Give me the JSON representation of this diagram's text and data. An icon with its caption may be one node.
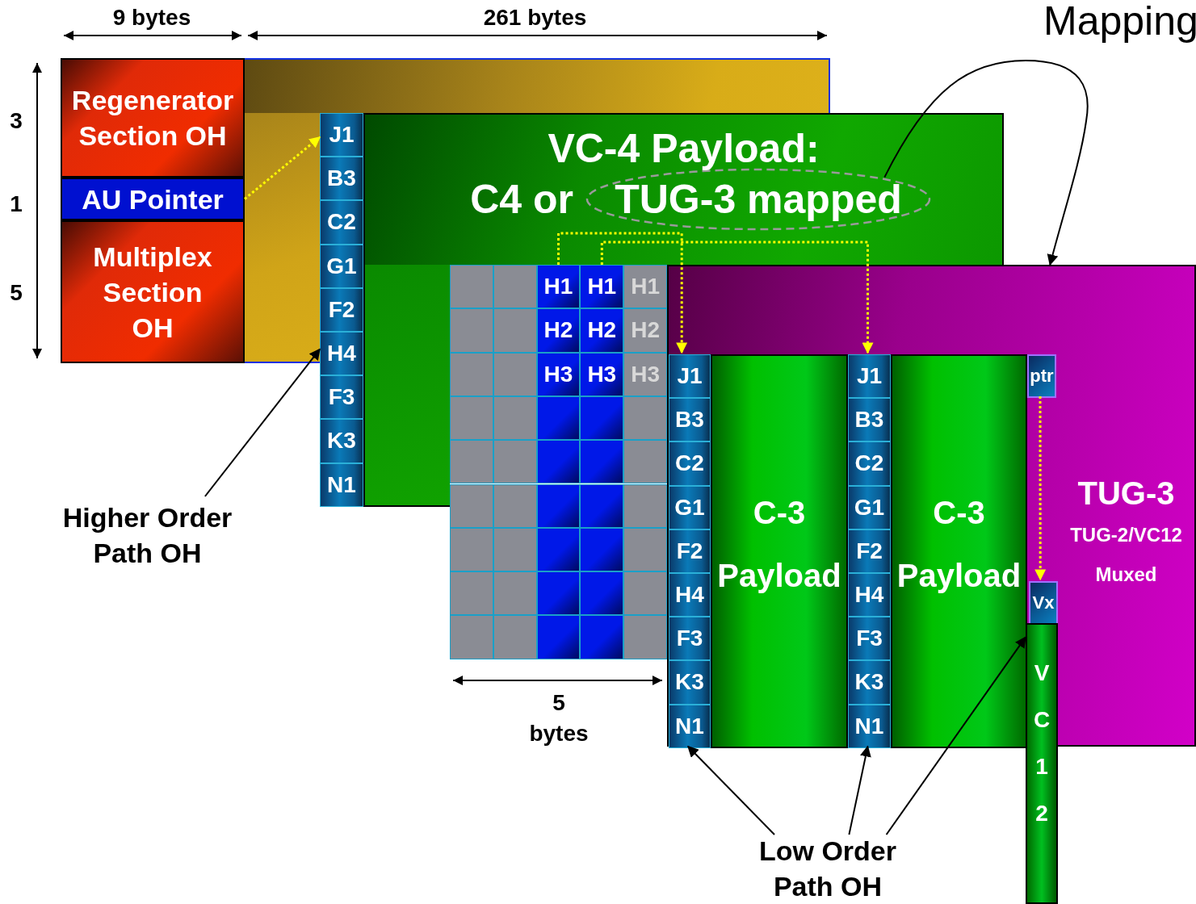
{
  "diagram": {
    "title": "Mapping",
    "nodes": [
      {
        "text": [
          "Regenerator Section OH"
        ]
      },
      {
        "text": [
          "AU Pointer"
        ]
      },
      {
        "text": [
          "Multiplex Section OH"
        ]
      },
      {
        "text": [],
        "shape": "box"
      },
      {
        "text": [
          "J1"
        ]
      },
      {
        "text": [
          "B3"
        ]
      },
      {
        "text": [
          "C2"
        ]
      },
      {
        "text": [
          "G1"
        ]
      },
      {
        "text": [
          "F2"
        ]
      },
      {
        "text": [
          "H4"
        ]
      },
      {
        "text": [
          "F3"
        ]
      },
      {
        "text": [
          "K3"
        ]
      },
      {
        "text": [
          "N1"
        ]
      },
      {
        "text": [
          "VC-4 Payload:",
          "C4 or"
        ]
      },
      {
        "text": [
          "TUG-3 mapped"
        ],
        "in": 13
      },
      {
        "text": [
          "Higher Order Path OH"
        ]
      },
      {
        "text": [],
        "shape": "box"
      },
      {
        "text": [],
        "shape": "box"
      },
      {
        "text": [
          "H1"
        ]
      },
      {
        "text": [
          "H1"
        ]
      },
      {
        "text": [
          "H1"
        ]
      },
      {
        "text": [],
        "shape": "box"
      },
      {
        "text": [],
        "shape": "box"
      },
      {
        "text": [
          "H2"
        ]
      },
      {
        "text": [
          "H2"
        ]
      },
      {
        "text": [
          "H2"
        ]
      },
      {
        "text": [],
        "shape": "box"
      },
      {
        "text": [],
        "shape": "box"
      },
      {
        "text": [
          "H3"
        ]
      },
      {
        "text": [
          "H3"
        ]
      },
      {
        "text": [
          "H3"
        ]
      },
      {
        "text": [],
        "shape": "box"
      },
      {
        "text": [],
        "shape": "box"
      },
      {
        "text": [],
        "shape": "box"
      },
      {
        "text": [],
        "shape": "box"
      },
      {
        "text": [],
        "shape": "box"
      },
      {
        "text": [],
        "shape": "box"
      },
      {
        "text": [],
        "shape": "box"
      },
      {
        "text": [],
        "shape": "box"
      },
      {
        "text": [],
        "shape": "box"
      },
      {
        "text": [],
        "shape": "box"
      },
      {
        "text": [],
        "shape": "box"
      },
      {
        "text": [],
        "shape": "box"
      },
      {
        "text": [],
        "shape": "box"
      },
      {
        "text": [],
        "shape": "box"
      },
      {
        "text": [],
        "shape": "box"
      },
      {
        "text": [],
        "shape": "box"
      },
      {
        "text": [],
        "shape": "box"
      },
      {
        "text": [],
        "shape": "box"
      },
      {
        "text": [],
        "shape": "box"
      },
      {
        "text": [],
        "shape": "box"
      },
      {
        "text": [],
        "shape": "box"
      },
      {
        "text": [],
        "shape": "box"
      },
      {
        "text": [],
        "shape": "box"
      },
      {
        "text": [],
        "shape": "box"
      },
      {
        "text": [],
        "shape": "box"
      },
      {
        "text": [],
        "shape": "box"
      },
      {
        "text": [],
        "shape": "box"
      },
      {
        "text": [],
        "shape": "box"
      },
      {
        "text": [],
        "shape": "box"
      },
      {
        "text": [],
        "shape": "box"
      },
      {
        "text": [
          "TUG-3",
          "TUG-2/VC12 Muxed"
        ]
      },
      {
        "text": [
          "J1"
        ],
        "in": 61
      },
      {
        "text": [
          "B3"
        ],
        "in": 61
      },
      {
        "text": [
          "C2"
        ],
        "in": 61
      },
      {
        "text": [
          "G1"
        ],
        "in": 61
      },
      {
        "text": [
          "F2"
        ],
        "in": 61
      },
      {
        "text": [
          "H4"
        ],
        "in": 61
      },
      {
        "text": [
          "F3"
        ],
        "in": 61
      },
      {
        "text": [
          "K3"
        ],
        "in": 61
      },
      {
        "text": [
          "N1"
        ],
        "in": 61
      },
      {
        "text": [
          "C-3 Payload"
        ],
        "in": 61
      },
      {
        "text": [
          "J1"
        ],
        "in": 61
      },
      {
        "text": [
          "B3"
        ],
        "in": 61
      },
      {
        "text": [
          "C2"
        ],
        "in": 61
      },
      {
        "text": [
          "G1"
        ],
        "in": 61
      },
      {
        "text": [
          "F2"
        ],
        "in": 61
      },
      {
        "text": [
          "H4"
        ],
        "in": 61
      },
      {
        "text": [
          "F3"
        ],
        "in": 61
      },
      {
        "text": [
          "K3"
        ],
        "in": 61
      },
      {
        "text": [
          "N1"
        ],
        "in": 61
      },
      {
        "text": [
          "C-3 Payload"
        ],
        "in": 61
      },
      {
        "text": [
          "ptr"
        ],
        "in": 61
      },
      {
        "text": [
          "Vx"
        ],
        "in": 61
      },
      {
        "text": [
          "VC12"
        ]
      },
      {
        "text": [
          "Low Order Path OH"
        ]
      }
    ],
    "edges": [
      {
        "from": 1,
        "to": 4,
        "arrow": "to",
        "style": "dashed",
        "color": "#ffff00"
      },
      {
        "from": 15,
        "to": 9,
        "arrow": "to"
      },
      {
        "from": 14,
        "to": 61,
        "arrow": "to"
      },
      {
        "from": 18,
        "to": 62,
        "arrow": "to",
        "style": "dashed",
        "color": "#ffff00"
      },
      {
        "from": 19,
        "to": 72,
        "arrow": "to",
        "style": "dashed",
        "color": "#ffff00"
      },
      {
        "from": 82,
        "to": 83,
        "arrow": "to",
        "style": "dashed",
        "color": "#ffff00"
      },
      {
        "from": 85,
        "to": 70,
        "arrow": "to"
      },
      {
        "from": 85,
        "to": 80,
        "arrow": "to"
      },
      {
        "from": 85,
        "to": 84,
        "arrow": "to"
      }
    ],
    "labels": [
      "9 bytes",
      "261 bytes",
      "3",
      "1",
      "5",
      "5 bytes"
    ]
  }
}
